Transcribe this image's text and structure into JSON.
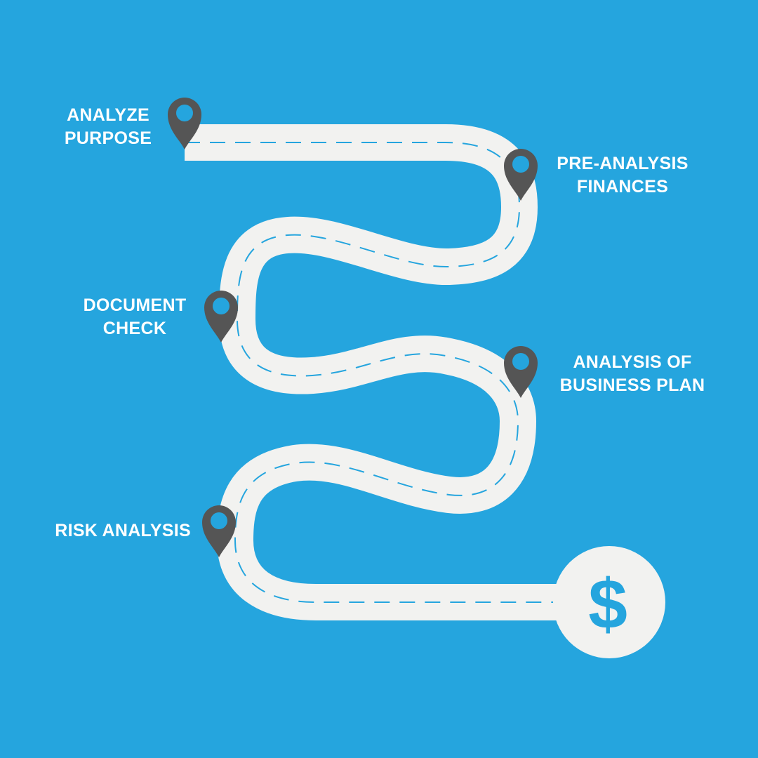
{
  "theme": {
    "background": "#25A5DE",
    "road_color": "#F2F2F0",
    "dash_color": "#25A5DE",
    "pin_color": "#555555",
    "pin_hole_color": "#25A5DE",
    "coin_color": "#F2F2F0",
    "coin_symbol_color": "#25A5DE"
  },
  "steps": [
    {
      "id": "analyze-purpose",
      "lines": [
        "ANALYZE",
        "PURPOSE"
      ],
      "icon": "map-pin-icon"
    },
    {
      "id": "pre-analysis-finances",
      "lines": [
        "PRE-ANALYSIS",
        "FINANCES"
      ],
      "icon": "map-pin-icon"
    },
    {
      "id": "document-check",
      "lines": [
        "DOCUMENT",
        "CHECK"
      ],
      "icon": "map-pin-icon"
    },
    {
      "id": "analysis-of-business-plan",
      "lines": [
        "ANALYSIS OF",
        "BUSINESS PLAN"
      ],
      "icon": "map-pin-icon"
    },
    {
      "id": "risk-analysis",
      "lines": [
        "RISK ANALYSIS"
      ],
      "icon": "map-pin-icon"
    }
  ],
  "destination": {
    "symbol": "$",
    "icon": "dollar-coin-icon"
  }
}
